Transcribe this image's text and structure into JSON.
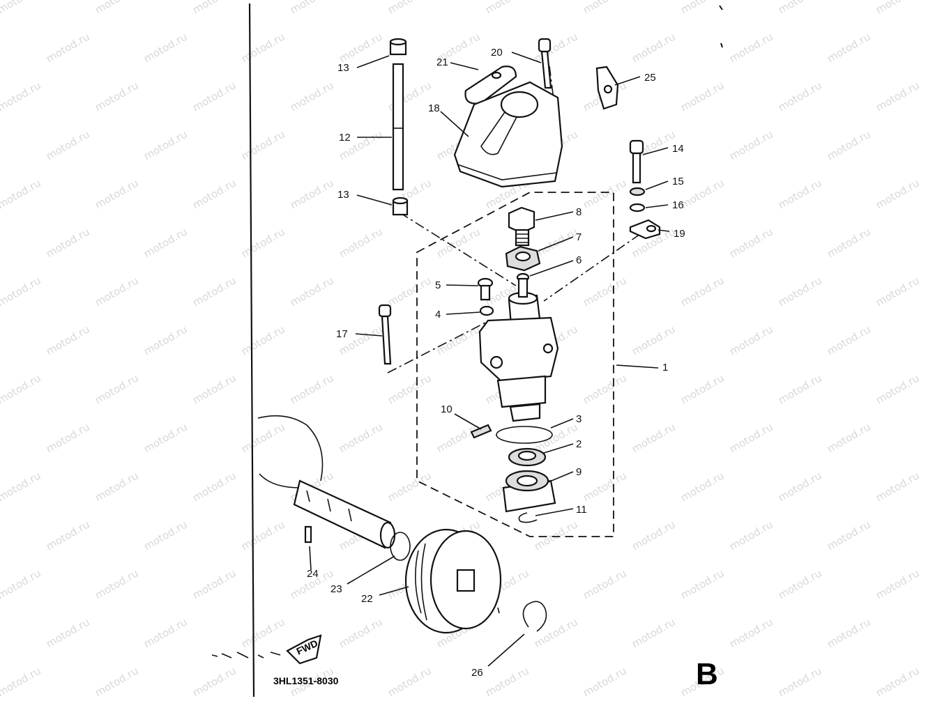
{
  "watermark": {
    "text": "motod.ru"
  },
  "diagram_code": "3HL1351-8030",
  "section_letter": "B",
  "fwd_label": "FWD",
  "parts": [
    {
      "label": "13",
      "key": "collar-top"
    },
    {
      "label": "12",
      "key": "pipe"
    },
    {
      "label": "21",
      "key": "gasket-cap"
    },
    {
      "label": "18",
      "key": "cover"
    },
    {
      "label": "20",
      "key": "bolt-cover"
    },
    {
      "label": "25",
      "key": "bracket"
    },
    {
      "label": "14",
      "key": "bolt-side"
    },
    {
      "label": "15",
      "key": "spring-washer"
    },
    {
      "label": "16",
      "key": "washer"
    },
    {
      "label": "19",
      "key": "clamp"
    },
    {
      "label": "13",
      "key": "collar-bottom"
    },
    {
      "label": "8",
      "key": "adjust-bolt"
    },
    {
      "label": "7",
      "key": "lock-nut"
    },
    {
      "label": "6",
      "key": "washer-small"
    },
    {
      "label": "5",
      "key": "screw"
    },
    {
      "label": "4",
      "key": "washer-screw"
    },
    {
      "label": "17",
      "key": "long-bolt"
    },
    {
      "label": "1",
      "key": "pump-assy"
    },
    {
      "label": "10",
      "key": "pin"
    },
    {
      "label": "3",
      "key": "o-ring"
    },
    {
      "label": "2",
      "key": "oil-seal"
    },
    {
      "label": "9",
      "key": "gear"
    },
    {
      "label": "11",
      "key": "circlip-small"
    },
    {
      "label": "24",
      "key": "dowel"
    },
    {
      "label": "23",
      "key": "o-ring-large"
    },
    {
      "label": "22",
      "key": "drive-drum"
    },
    {
      "label": "26",
      "key": "circlip-large"
    }
  ]
}
